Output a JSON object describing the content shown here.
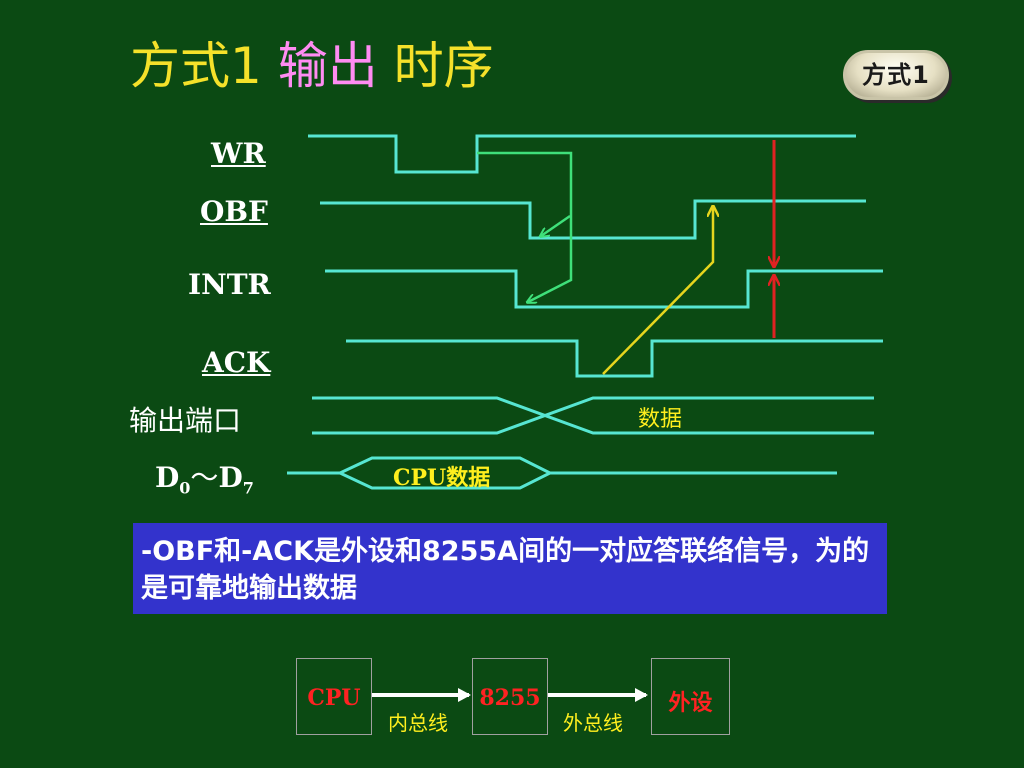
{
  "title": {
    "part1": "方式1",
    "part2": "输出",
    "part3": "时序"
  },
  "badge": {
    "label": "方式1"
  },
  "signals": {
    "wr": "WR",
    "obf": "OBF",
    "intr": "INTR",
    "ack": "ACK"
  },
  "port": {
    "label": "输出端口",
    "data_label": "数据"
  },
  "bus": {
    "d_prefix": "D",
    "d_from": "0",
    "tilde": "～",
    "d_to": "7",
    "cpu_data_label": "CPU数据"
  },
  "note": {
    "text": "-OBF和-ACK是外设和8255A间的一对应答联络信号，为的是可靠地输出数据"
  },
  "flow": {
    "cpu": "CPU",
    "chip": "8255",
    "device": "外设",
    "inner_bus": "内总线",
    "outer_bus": "外总线"
  },
  "colors": {
    "background": "#0b4a13",
    "waveform": "#57e6d2",
    "arrow_green": "#3fe07a",
    "arrow_yellow": "#e6d51e",
    "arrow_red": "#e02222",
    "note_bg": "#3333cc"
  }
}
